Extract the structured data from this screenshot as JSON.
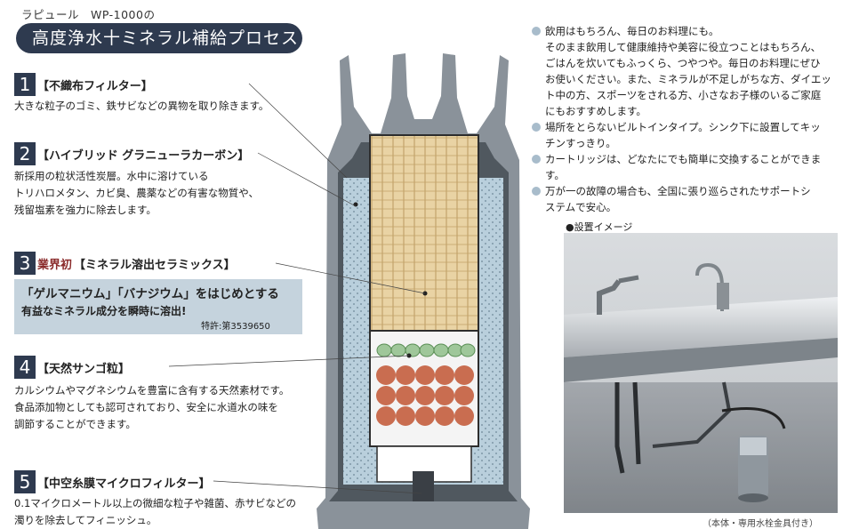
{
  "header": {
    "model": "ラピュール　WP-1000の",
    "title": "高度浄水十ミネラル補給プロセス"
  },
  "steps": [
    {
      "num": "1",
      "name": "【不織布フィルター】",
      "lines": [
        "大きな粒子のゴミ、鉄サビなどの異物を取り除きます。"
      ]
    },
    {
      "num": "2",
      "name": "【ハイブリッド グラニューラカーボン】",
      "lines": [
        "新採用の粒状活性炭層。水中に溶けている",
        "トリハロメタン、カビ臭、農薬などの有害な物質や、",
        "残留塩素を強力に除去します。"
      ]
    },
    {
      "num": "3",
      "badge": "業界初",
      "name": "【ミネラル溶出セラミックス】"
    },
    {
      "num": "4",
      "name": "【天然サンゴ粒】",
      "lines": [
        "カルシウムやマグネシウムを豊富に含有する天然素材です。",
        "食品添加物としても認可されており、安全に水道水の味を",
        "調節することができます。"
      ]
    },
    {
      "num": "5",
      "name": "【中空糸膜マイクロフィルター】",
      "lines": [
        "0.1マイクロメートル以上の微細な粒子や雑菌、赤サビなどの",
        "濁りを除去してフィニッシュ。"
      ]
    }
  ],
  "mineral": {
    "main": "「ゲルマニウム」「バナジウム」をはじめとする",
    "sub": "有益なミネラル成分を瞬時に溶出!",
    "patent": "特許:第3539650"
  },
  "features": [
    {
      "lines": [
        "飲用はもちろん、毎日のお料理にも。",
        "そのまま飲用して健康維持や美容に役立つことはもちろん、",
        "ごはんを炊いてもふっくら、つやつや。毎日のお料理にぜひ",
        "お使いください。また、ミネラルが不足しがちな方、ダイエッ",
        "ト中の方、スポーツをされる方、小さなお子様のいるご家庭",
        "にもおすすめします。"
      ]
    },
    {
      "lines": [
        "場所をとらないビルトインタイプ。シンク下に設置してキッ",
        "チンすっきり。"
      ]
    },
    {
      "lines": [
        "カートリッジは、どなたにでも簡単に交換することができます。"
      ]
    },
    {
      "lines": [
        "万が一の故障の場合も、全国に張り巡らされたサポートシ",
        "ステムで安心。"
      ]
    }
  ],
  "install": {
    "label": "●設置イメージ",
    "caption": "（本体・専用水栓金具付き）"
  },
  "colors": {
    "navy": "#2e3a4f",
    "box_blue": "#c5d3dd",
    "shell_gray": "#8a929a",
    "water_blue": "#b9cfdc",
    "carbon_tan": "#e9d3a4",
    "ceramic_green": "#9fc79a",
    "coral_red": "#c96d50",
    "badge_red": "#8a2a2a"
  }
}
